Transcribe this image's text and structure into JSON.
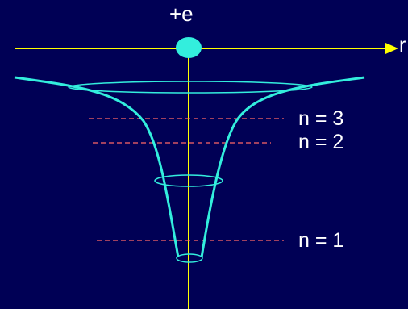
{
  "diagram": {
    "charge_label": "+e",
    "axis_label": "r",
    "levels": [
      {
        "label": "n = 3"
      },
      {
        "label": "n = 2"
      },
      {
        "label": "n = 1"
      }
    ]
  },
  "colors": {
    "background": "#000055",
    "axis": "#ffff00",
    "potential_well": "#33eedd",
    "nucleus": "#33eedd",
    "energy_levels": "#ff6666",
    "text": "#ffffff"
  }
}
